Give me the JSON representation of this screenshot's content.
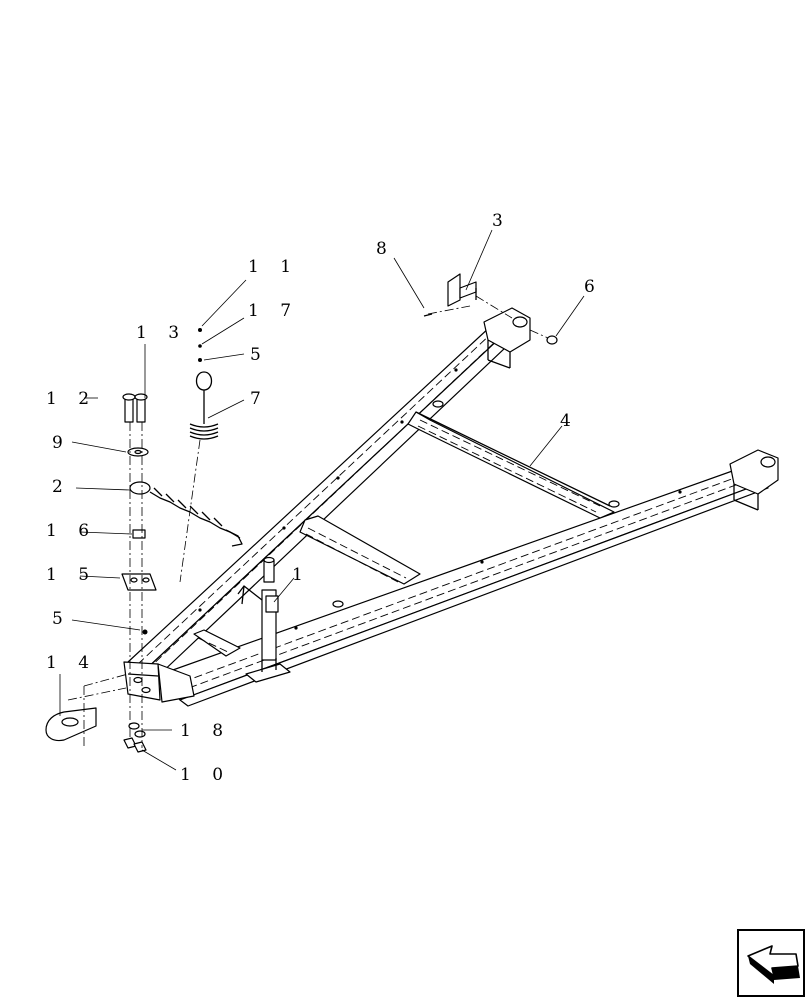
{
  "callouts": [
    {
      "id": "c11",
      "label": "1 1"
    },
    {
      "id": "c17",
      "label": "1 7"
    },
    {
      "id": "c5a",
      "label": "5"
    },
    {
      "id": "c7",
      "label": "7"
    },
    {
      "id": "c13",
      "label": "1 3"
    },
    {
      "id": "c12",
      "label": "1 2"
    },
    {
      "id": "c9",
      "label": "9"
    },
    {
      "id": "c2",
      "label": "2"
    },
    {
      "id": "c16",
      "label": "1 6"
    },
    {
      "id": "c15",
      "label": "1 5"
    },
    {
      "id": "c5b",
      "label": "5"
    },
    {
      "id": "c14",
      "label": "1 4"
    },
    {
      "id": "c18",
      "label": "1 8"
    },
    {
      "id": "c10",
      "label": "1 0"
    },
    {
      "id": "c1",
      "label": "1"
    },
    {
      "id": "c8",
      "label": "8"
    },
    {
      "id": "c3",
      "label": "3"
    },
    {
      "id": "c6",
      "label": "6"
    },
    {
      "id": "c4",
      "label": "4"
    }
  ],
  "icons": {
    "nav": "previous-page-arrow-icon"
  }
}
